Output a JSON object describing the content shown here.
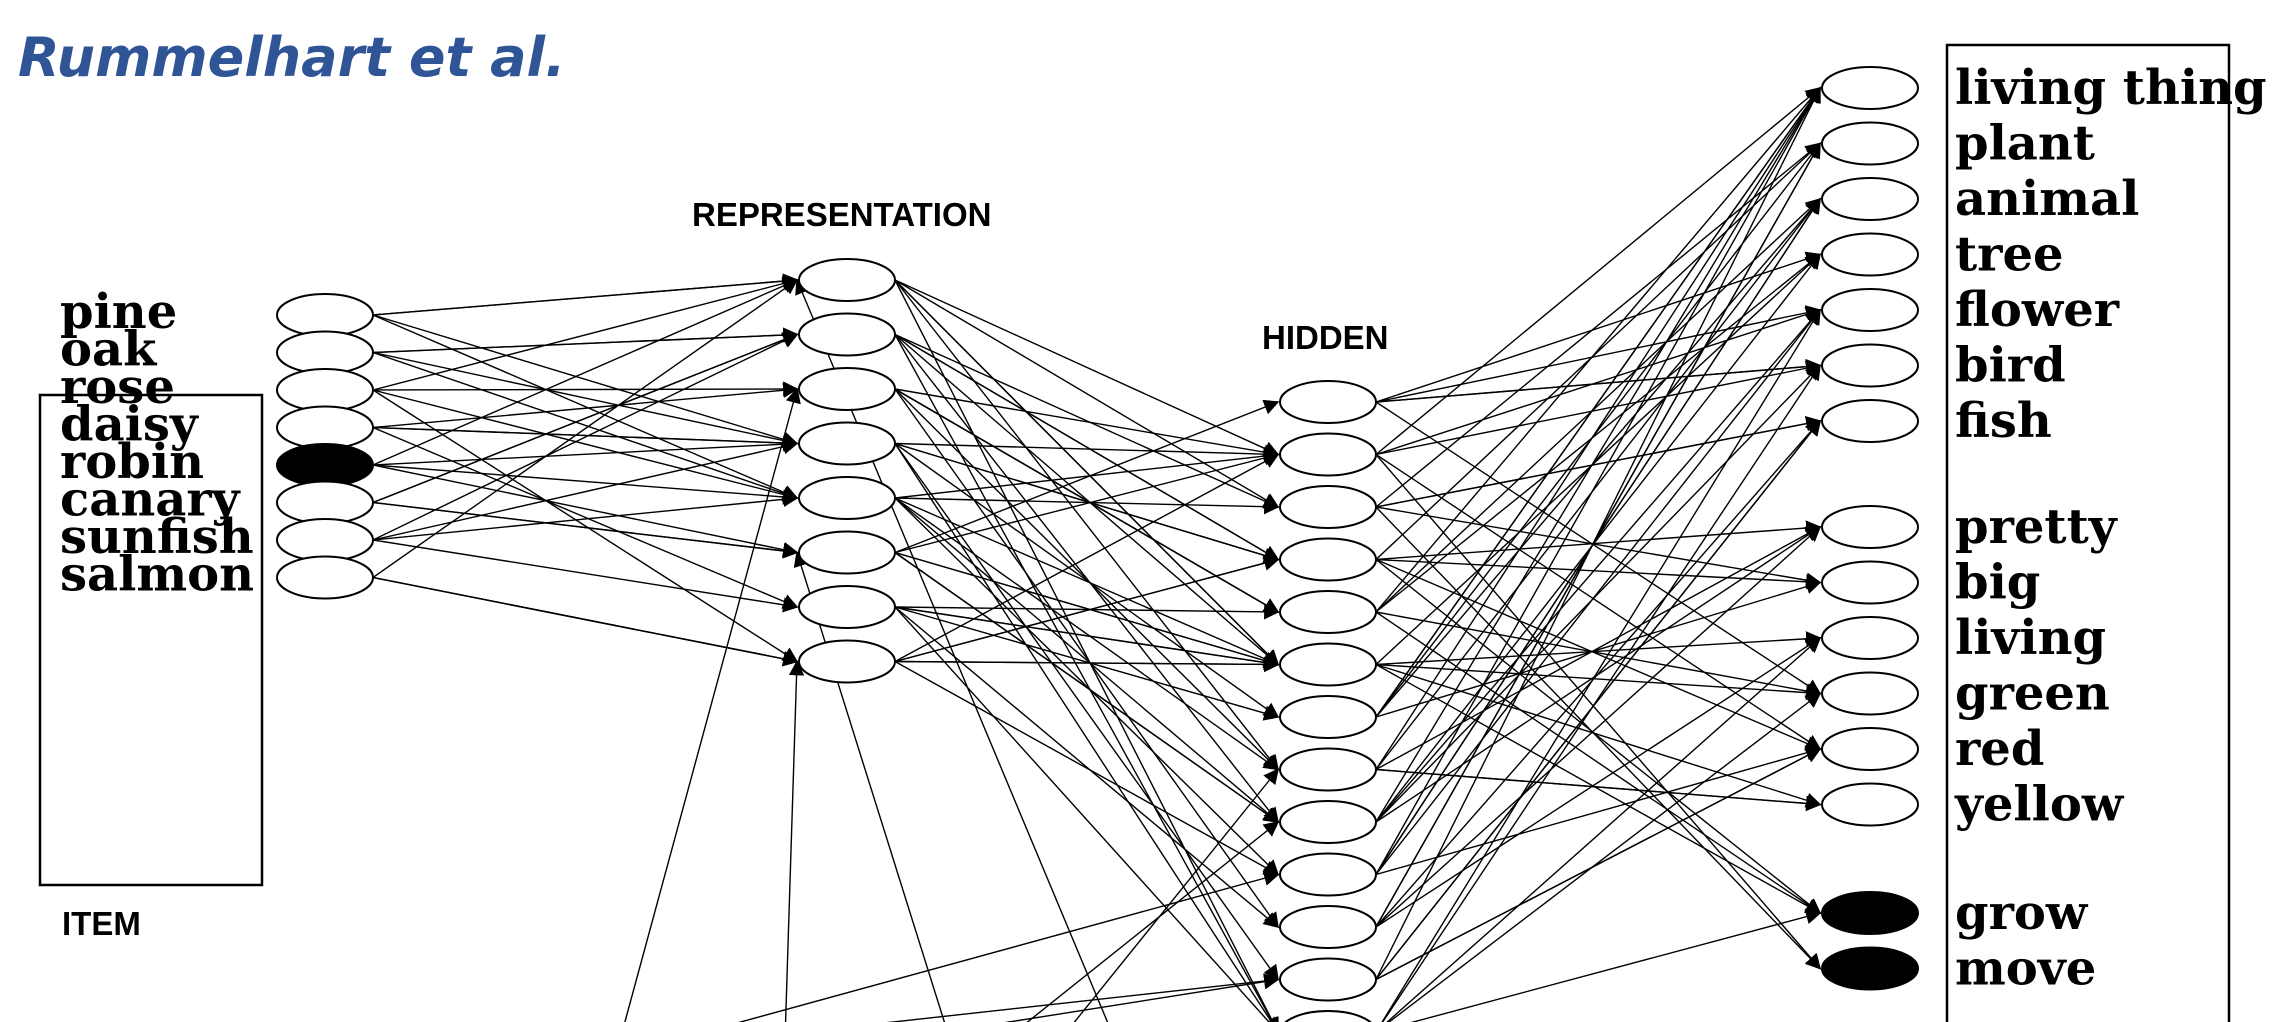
{
  "citation": "Rummelhart et al.",
  "layers": {
    "item": {
      "title": "ITEM",
      "units": [
        "pine",
        "oak",
        "rose",
        "daisy",
        "robin",
        "canary",
        "sunfish",
        "salmon"
      ],
      "active": [
        "robin"
      ]
    },
    "representation": {
      "title": "REPRESENTATION"
    },
    "hidden": {
      "title": "HIDDEN"
    },
    "attributes": {
      "groups": [
        {
          "units": [
            "living thing",
            "plant",
            "animal",
            "tree",
            "flower",
            "bird",
            "fish"
          ]
        },
        {
          "units": [
            "pretty",
            "big",
            "living",
            "green",
            "red",
            "yellow"
          ]
        },
        {
          "units": [
            "grow",
            "move"
          ],
          "active": [
            "grow",
            "move"
          ]
        }
      ]
    }
  }
}
